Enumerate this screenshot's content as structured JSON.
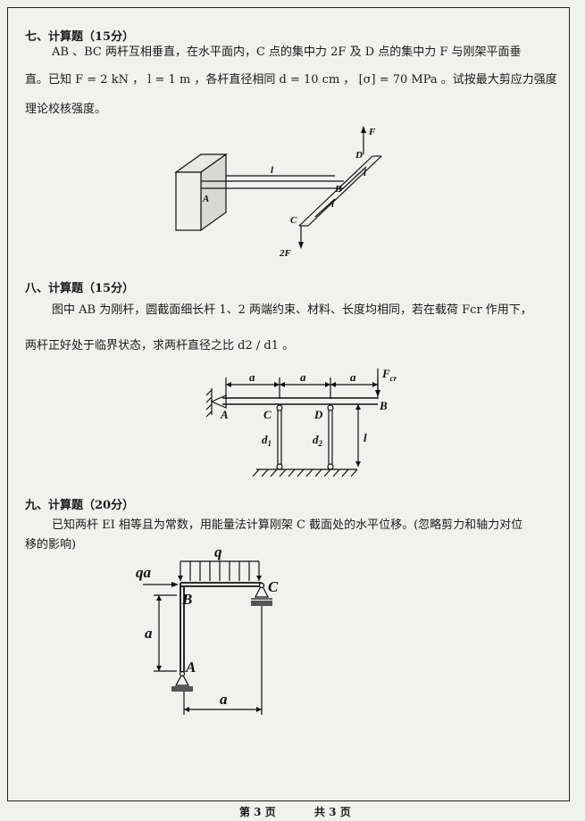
{
  "q7": {
    "heading": "七、计算题（15分）",
    "line1": "AB 、BC 两杆互相垂直，在水平面内，C 点的集中力 2F 及 D 点的集中力 F 与刚架平面垂",
    "line2": "直。已知 F = 2 kN ， l = 1 m ，各杆直径相同 d = 10 cm ， [σ] = 70 MPa 。试按最大剪应力强度",
    "line3": "理论校核强度。",
    "fig": {
      "F": "F",
      "D": "D",
      "l1": "l",
      "l2": "l",
      "l3": "l",
      "A": "A",
      "B": "B",
      "C": "C",
      "F2": "2F"
    }
  },
  "q8": {
    "heading": "八、计算题（15分）",
    "line1": "图中 AB 为刚杆，圆截面细长杆 1、2 两端约束、材料、长度均相同，若在载荷 Fcr 作用下，",
    "line2": "两杆正好处于临界状态，求两杆直径之比 d2 / d1 。",
    "fig": {
      "a1": "a",
      "a2": "a",
      "a3": "a",
      "Fcr": "F",
      "cr": "cr",
      "A": "A",
      "C": "C",
      "D": "D",
      "B": "B",
      "d1": "d",
      "d1sub": "1",
      "d2": "d",
      "d2sub": "2",
      "l": "l"
    }
  },
  "q9": {
    "heading": "九、计算题（20分）",
    "line1": "已知两杆 EI 相等且为常数，用能量法计算刚架 C 截面处的水平位移。(忽略剪力和轴力对位",
    "line2": "移的影响)",
    "fig": {
      "qa": "qa",
      "q": "q",
      "B": "B",
      "C": "C",
      "a_vert": "a",
      "A": "A",
      "a_horiz": "a"
    }
  },
  "footer": {
    "page": "第 3 页",
    "total": "共 3 页"
  }
}
